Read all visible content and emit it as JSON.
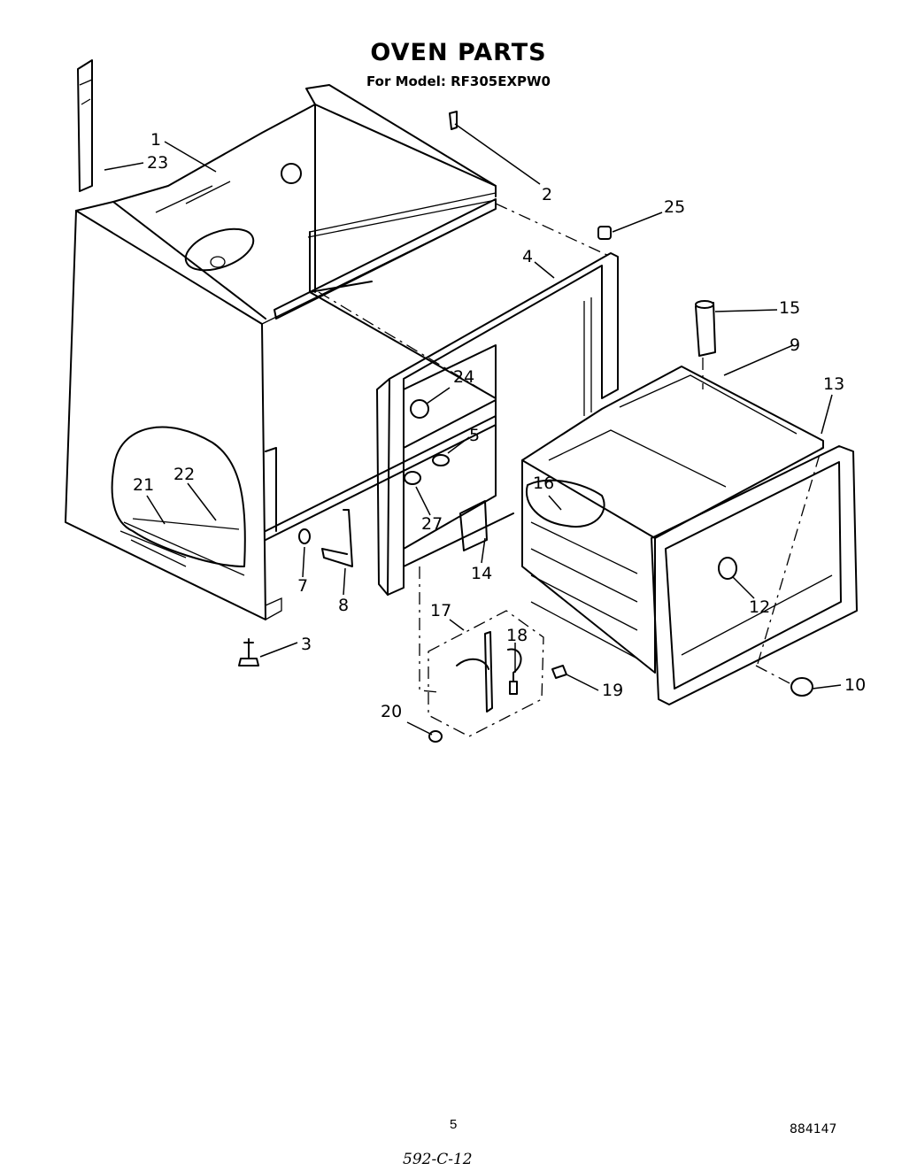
{
  "title": "OVEN PARTS",
  "subtitle": "For Model: RF305EXPW0",
  "callouts": [
    "1",
    "2",
    "3",
    "4",
    "5",
    "7",
    "8",
    "9",
    "10",
    "12",
    "13",
    "14",
    "15",
    "16",
    "17",
    "18",
    "19",
    "20",
    "21",
    "22",
    "23",
    "24",
    "25",
    "27"
  ],
  "page_number": "5",
  "document_number": "884147",
  "handwritten_note": "592-C-12"
}
